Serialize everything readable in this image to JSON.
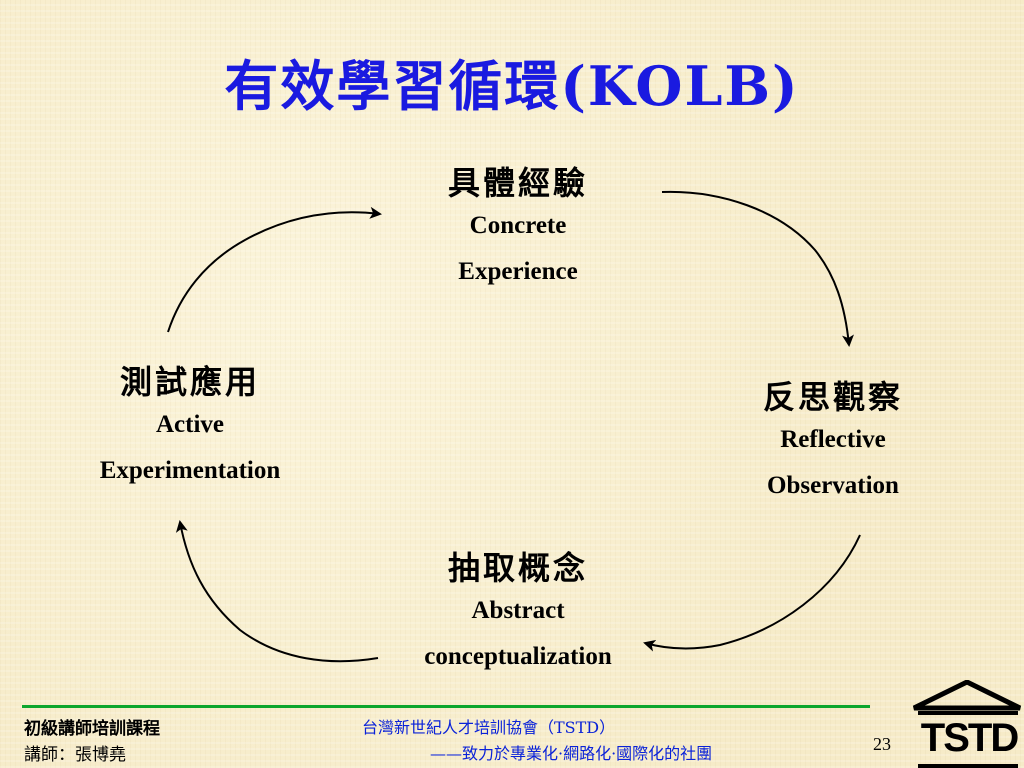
{
  "title": "有效學習循環(KOLB)",
  "cycle": {
    "top": {
      "zh": "具體經驗",
      "en1": "Concrete",
      "en2": "Experience"
    },
    "right": {
      "zh": "反思觀察",
      "en1": "Reflective",
      "en2": "Observation"
    },
    "bottom": {
      "zh": "抽取概念",
      "en1": "Abstract",
      "en2": "conceptualization"
    },
    "left": {
      "zh": "測試應用",
      "en1": "Active",
      "en2": "Experimentation"
    }
  },
  "footer": {
    "course": "初級講師培訓課程",
    "lecturer": "講師：張博堯",
    "org_line1": "台灣新世紀人才培訓協會（TSTD）",
    "org_line2": "——致力於專業化·網路化·國際化的社團",
    "page_number": "23",
    "logo_text": "TSTD"
  },
  "colors": {
    "title": "#1a1ae0",
    "rule": "#0ca62e",
    "org_text": "#0a22d8"
  }
}
